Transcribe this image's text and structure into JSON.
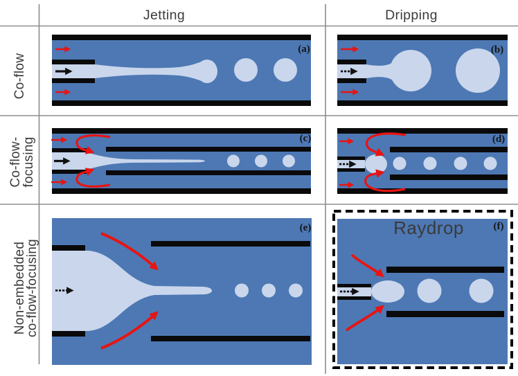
{
  "figure": {
    "column_headers": [
      "Jetting",
      "Dripping"
    ],
    "row_labels": [
      {
        "lines": [
          "Co-flow"
        ]
      },
      {
        "lines": [
          "Co-flow-",
          "focusing"
        ]
      },
      {
        "lines": [
          "Non-embedded",
          "co-flow-focusing"
        ]
      }
    ],
    "panels": [
      {
        "label": "(a)"
      },
      {
        "label": "(b)"
      },
      {
        "label": "(c)"
      },
      {
        "label": "(d)"
      },
      {
        "label": "(e)"
      },
      {
        "label": "(f)"
      }
    ],
    "annotations": {
      "raydrop_device": "Raydrop"
    },
    "colors": {
      "continuous_phase_blue": "#4d78b4",
      "dispersed_phase_light_blue": "#c9d6ec",
      "channel_wall_black": "#0a0a0a",
      "flow_arrow_red": "#e81412",
      "inner_flow_arrow_black": "#111111",
      "grid_line_gray": "#8d8d8d",
      "label_text_gray": "#3b3b3b"
    }
  }
}
